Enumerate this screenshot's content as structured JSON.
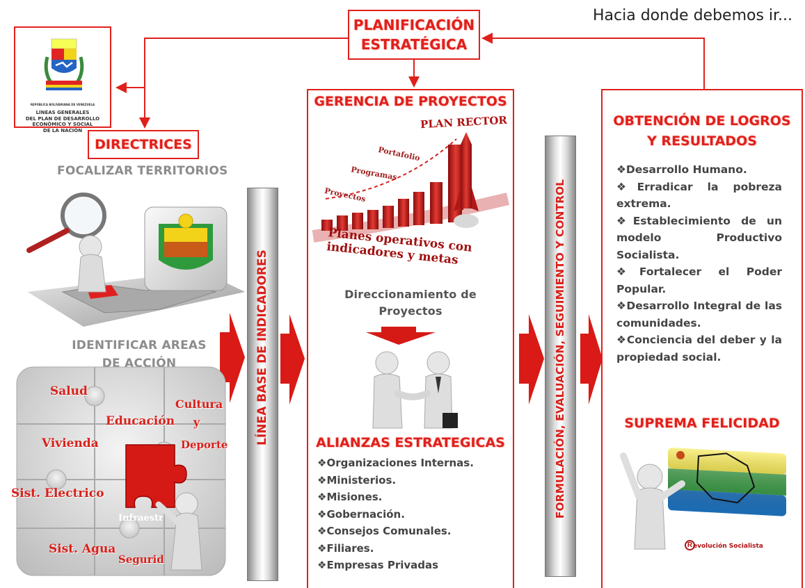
{
  "header": {
    "title_line1": "PLANIFICACIÓN",
    "title_line2": "ESTRATÉGICA",
    "tagline": "Hacia donde debemos ir..."
  },
  "escudo_card": {
    "republica": "REPÚBLICA BOLIVARIANA DE VENEZUELA",
    "lineas_line1": "LÍNEAS GENERALES",
    "lineas_line2": "DEL PLAN DE DESARROLLO",
    "lineas_line3": "ECONÓMICO Y SOCIAL",
    "lineas_line4": "DE LA NACIÓN"
  },
  "left": {
    "directrices": "DIRECTRICES",
    "focalizar": "FOCALIZAR TERRITORIOS",
    "identificar_line1": "IDENTIFICAR AREAS",
    "identificar_line2": "DE ACCIÓN",
    "puzzle": {
      "salud": "Salud",
      "educacion": "Educación",
      "cultura": "Cultura",
      "y": "y",
      "deporte": "Deporte",
      "vivienda": "Vivienda",
      "electrico": "Sist. Electrico",
      "infraes": "Infraestr",
      "agua": "Sist. Agua",
      "seguridad": "Segurid"
    }
  },
  "banners": {
    "linea_base": "LÍNEA BASE DE INDICADORES",
    "formulacion": "FORMULACIÓN, EVALUACIÓN, SEGUIMIENTO Y CONTROL"
  },
  "middle": {
    "gerencia": "GERENCIA DE PROYECTOS",
    "plan_rector": "PLAN RECTOR",
    "portafolio": "Portafolio",
    "programas": "Programas",
    "proyectos": "Proyectos",
    "planes_line1": "Planes operativos con",
    "planes_line2": "indicadores y metas",
    "direccionamiento_line1": "Direccionamiento de",
    "direccionamiento_line2": "Proyectos",
    "alianzas": "ALIANZAS ESTRATEGICAS",
    "alianzas_items": [
      "❖Organizaciones Internas.",
      "❖Ministerios.",
      "❖Misiones.",
      "❖Gobernación.",
      "❖Consejos Comunales.",
      "❖Filiares.",
      "❖Empresas Privadas"
    ]
  },
  "right": {
    "obtencion_line1": "OBTENCIÓN DE LOGROS",
    "obtencion_line2": "Y RESULTADOS",
    "logros_items": [
      "❖Desarrollo Humano.",
      "❖Erradicar la pobreza extrema.",
      "❖Establecimiento de un modelo Productivo Socialista.",
      "❖Fortalecer el Poder Popular.",
      "❖Desarrollo Integral de las comunidades.",
      "❖Conciencia del deber y la propiedad social."
    ],
    "suprema": "SUPREMA FELICIDAD",
    "revolucion_initial": "R",
    "revolucion": "evolución Socialista"
  },
  "colors": {
    "accent_red": "#e0201b",
    "flag_yellow": "#f5e21a",
    "flag_green": "#2e9e3a",
    "flag_blue": "#1f78c8"
  }
}
